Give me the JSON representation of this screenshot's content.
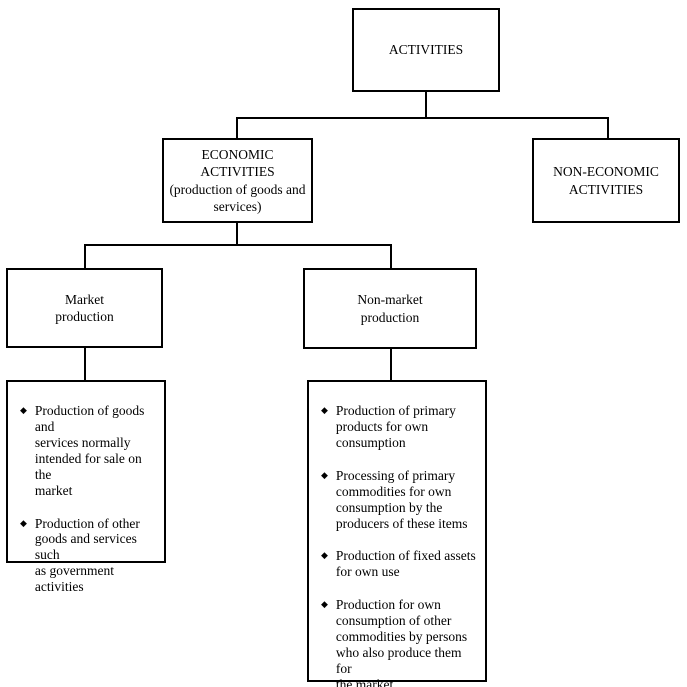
{
  "diagram": {
    "nodes": {
      "activities": {
        "label": "ACTIVITIES"
      },
      "economic": {
        "label": "ECONOMIC\nACTIVITIES\n(production of goods and\nservices)"
      },
      "noneconomic": {
        "label": "NON-ECONOMIC\nACTIVITIES"
      },
      "market": {
        "label": "Market\nproduction"
      },
      "nonmarket": {
        "label": "Non-market\nproduction"
      }
    },
    "market_details": {
      "items": [
        "Production of goods and\nservices normally\nintended for sale on the\nmarket",
        "Production of other\ngoods and services such\nas government activities"
      ]
    },
    "nonmarket_details": {
      "items": [
        "Production of primary\nproducts for own\nconsumption",
        "Processing of primary\ncommodities for own\nconsumption by the\nproducers of these items",
        "Production of fixed assets\nfor own use",
        "Production for own\nconsumption of other\ncommodities by persons\nwho also produce them for\nthe market"
      ]
    },
    "glyphs": {
      "bullet": "◆"
    },
    "colors": {
      "line": "#000000",
      "background": "#ffffff",
      "text": "#000000"
    }
  }
}
